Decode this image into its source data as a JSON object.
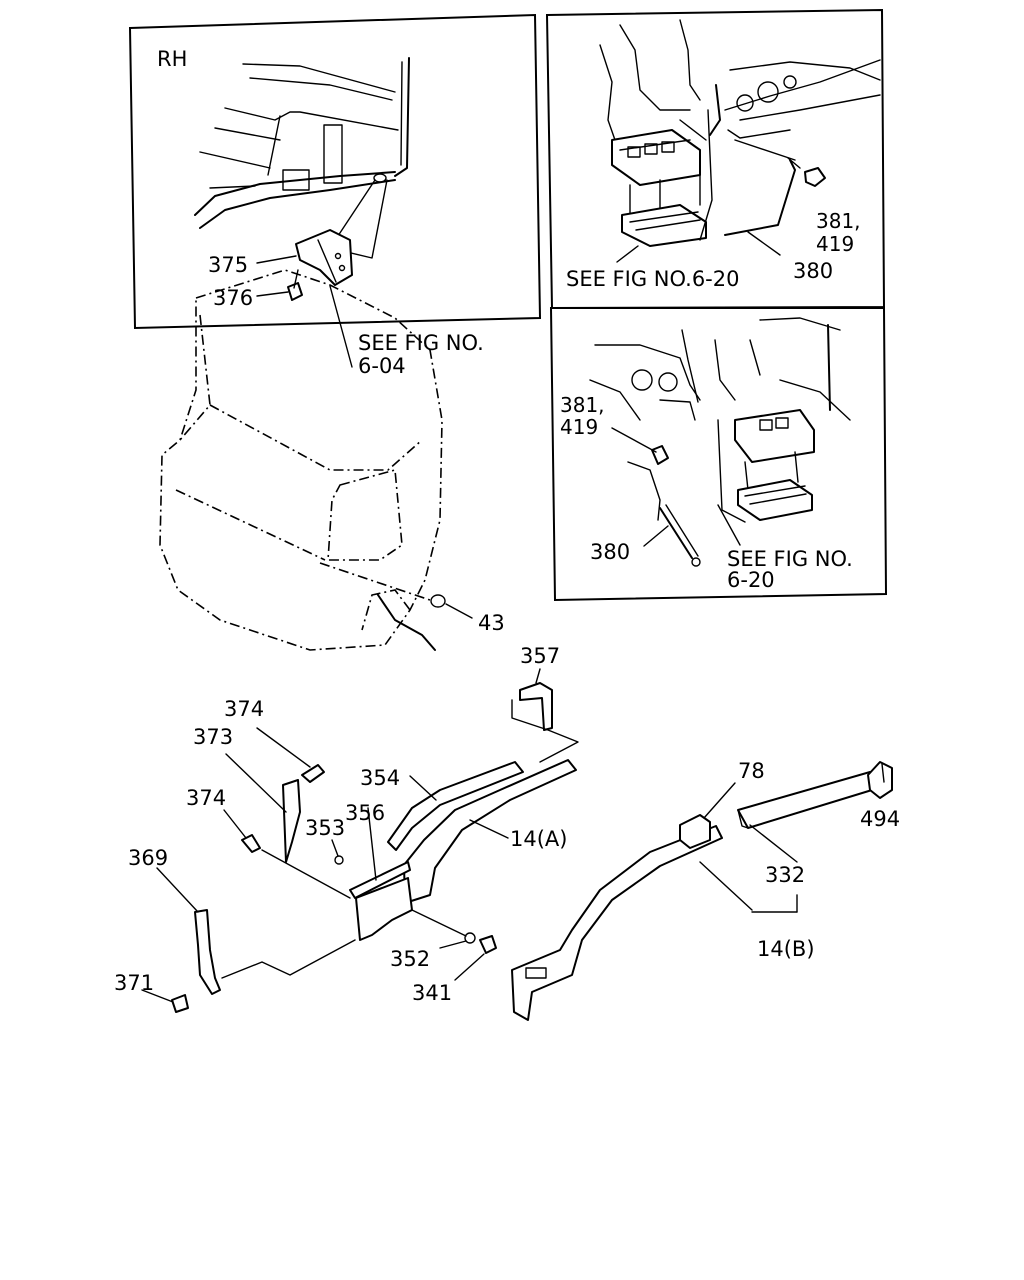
{
  "insets": {
    "rh": {
      "side_label": "RH"
    },
    "upper_right": {
      "ref_line1": "SEE FIG NO.6-20"
    },
    "lower_right": {
      "ref_line1": "SEE FIG NO.",
      "ref_line2": "6-20"
    }
  },
  "cab": {
    "ref_line1": "SEE FIG NO.",
    "ref_line2": "6-04"
  },
  "callouts": {
    "p375": "375",
    "p376": "376",
    "p381a": "381,",
    "p419a": "419",
    "p380a": "380",
    "p381b": "381,",
    "p419b": "419",
    "p380b": "380",
    "p43": "43",
    "p357": "357",
    "p374a": "374",
    "p373": "373",
    "p354": "354",
    "p374b": "374",
    "p353": "353",
    "p356": "356",
    "p14a": "14(A)",
    "p369": "369",
    "p352": "352",
    "p341": "341",
    "p371": "371",
    "p78": "78",
    "p494": "494",
    "p332": "332",
    "p14b": "14(B)"
  }
}
